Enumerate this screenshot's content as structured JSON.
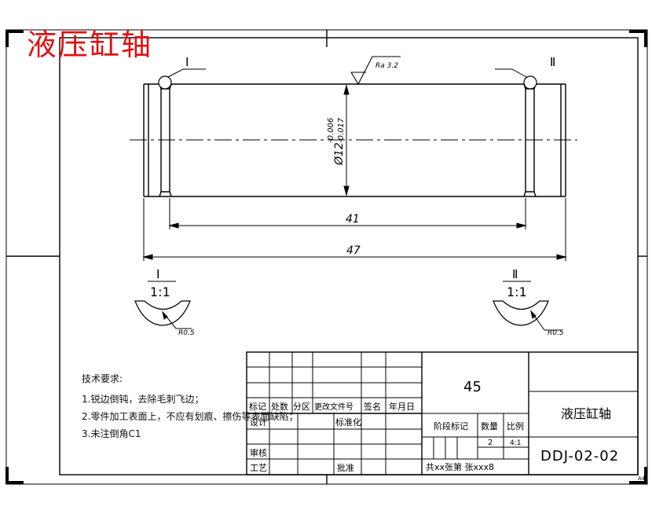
{
  "drawing": {
    "title": "液压缸轴",
    "roughness": "Ra 3.2",
    "diameter": "Ø12",
    "tol_upper": "-0.006",
    "tol_lower": "-0.017",
    "dim_inner": "41",
    "dim_overall": "47",
    "callout_1": "Ⅰ",
    "callout_2": "Ⅱ",
    "detail_1_label": "Ⅰ",
    "detail_1_scale": "1:1",
    "detail_1_radius": "R0.5",
    "detail_2_label": "Ⅱ",
    "detail_2_scale": "1:1",
    "detail_2_radius": "R0.5",
    "sheet_corner": "A4"
  },
  "tech_requirements": {
    "heading": "技术要求:",
    "items": [
      "1.锐边倒钝，去除毛刺飞边；",
      "2.零件加工表面上，不应有划痕、擦伤等表面缺陷；",
      "3.未注倒角C1"
    ]
  },
  "title_block": {
    "material": "45",
    "part_name": "液压缸轴",
    "drawing_no": "DDJ-02-02",
    "h_mark": "标记",
    "h_count": "处数",
    "h_zone": "分区",
    "h_change": "更改文件号",
    "h_sign": "签名",
    "h_date": "年月日",
    "design": "设计",
    "standard": "标准化",
    "stage_mark": "阶段标记",
    "quantity_label": "数量",
    "scale_label": "比例",
    "quantity": "2",
    "scale": "4:1",
    "review": "审核",
    "process": "工艺",
    "approve": "批准",
    "sheets": "共xx张第 张xxx8"
  }
}
